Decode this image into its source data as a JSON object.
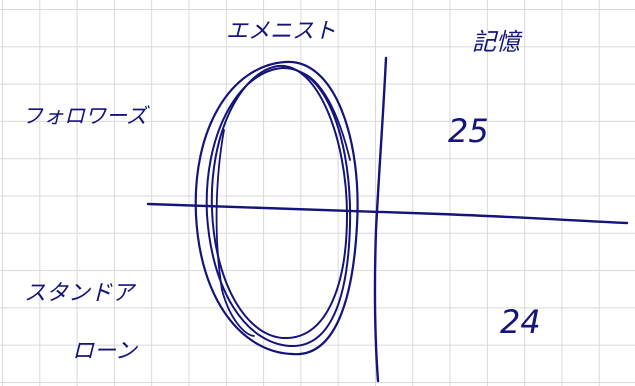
{
  "note": {
    "labels": {
      "top_center": "エメニスト",
      "top_right": "記憶",
      "left_upper": "フォロワーズ",
      "left_lower": "スタンドアローン"
    },
    "values": {
      "upper_right": "25",
      "lower_right": "24"
    },
    "colors": {
      "ink": "#14147a",
      "grid": "#d9d9d9",
      "paper": "#ffffff"
    }
  }
}
